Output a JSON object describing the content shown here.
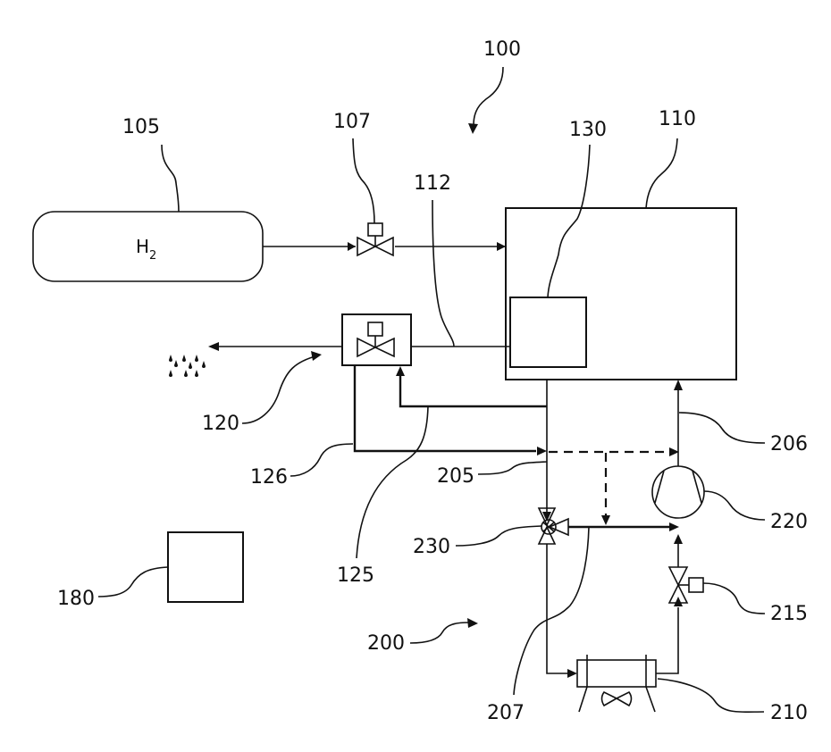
{
  "figure": {
    "system_label": "100",
    "cooling_system_label": "200"
  },
  "components": {
    "hydrogen_tank": {
      "ref": "105",
      "symbol": "H",
      "subscript": "2"
    },
    "supply_valve": {
      "ref": "107"
    },
    "fuel_cell": {
      "ref": "110"
    },
    "anode_line": {
      "ref": "112"
    },
    "purge_valve_unit": {
      "ref": "120"
    },
    "purge_line_125": {
      "ref": "125"
    },
    "purge_line_126": {
      "ref": "126"
    },
    "water_separator": {
      "ref": "130"
    },
    "controller": {
      "ref": "180"
    },
    "coolant_out_line": {
      "ref": "205"
    },
    "coolant_in_line": {
      "ref": "206"
    },
    "bypass_line": {
      "ref": "207"
    },
    "radiator": {
      "ref": "210"
    },
    "coolant_valve": {
      "ref": "215"
    },
    "pump": {
      "ref": "220"
    },
    "three_way_valve": {
      "ref": "230"
    }
  }
}
